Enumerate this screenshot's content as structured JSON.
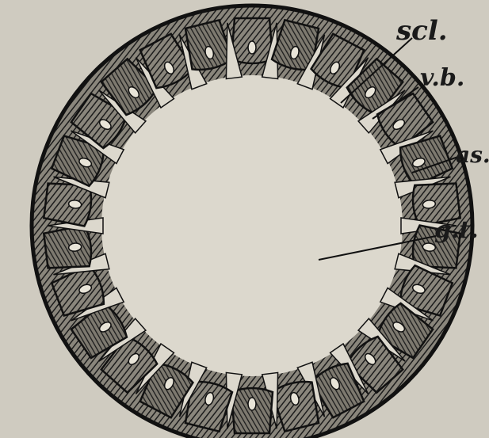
{
  "figure": {
    "background": "#cfcbc0",
    "ink": "#1c1c1c",
    "lumen": "#dcd8cd",
    "labels": [
      {
        "id": "scl",
        "text": "scl."
      },
      {
        "id": "vb",
        "text": "v.b."
      },
      {
        "id": "as",
        "text": "as."
      },
      {
        "id": "gt",
        "text": "g.t."
      }
    ]
  }
}
